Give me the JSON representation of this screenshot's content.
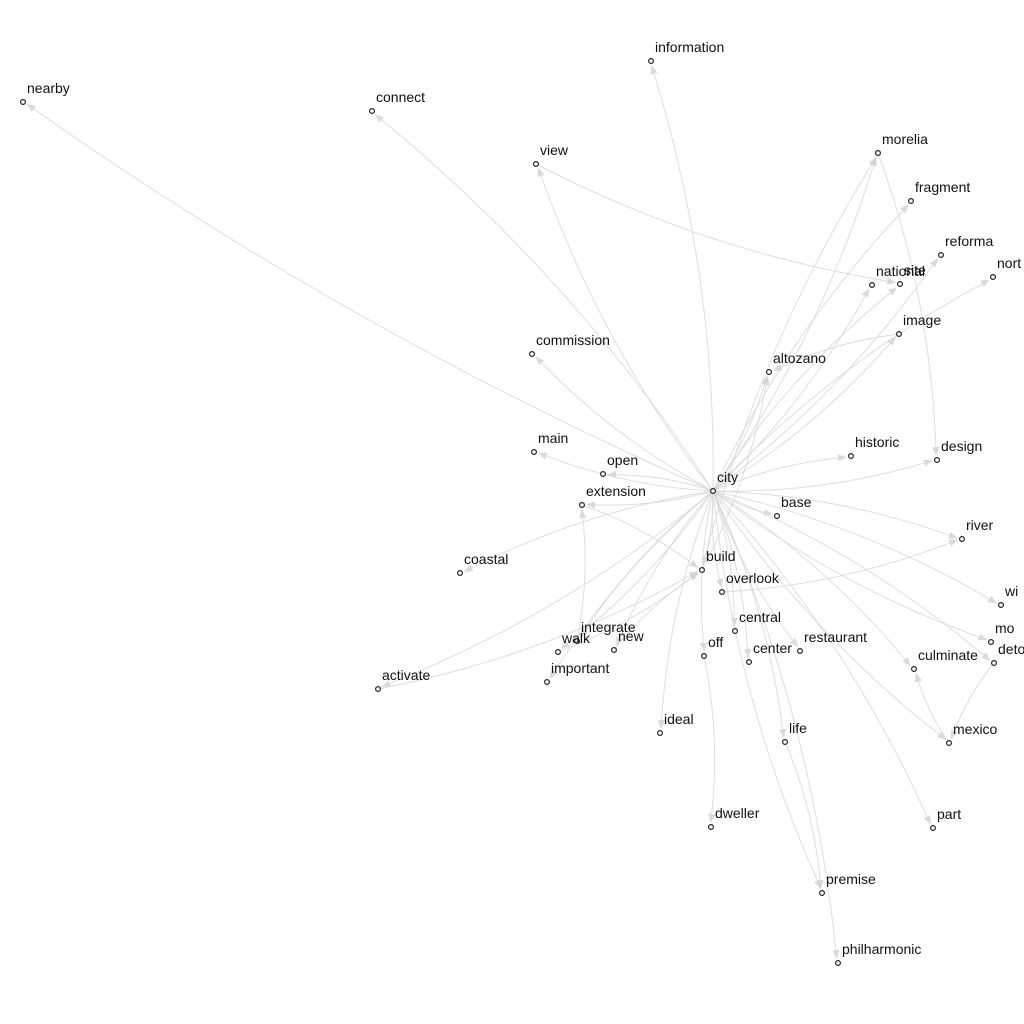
{
  "colors": {
    "background": "#ffffff",
    "edge": "#d9d9d9",
    "node_stroke": "#222222",
    "label": "#111111"
  },
  "nodes": [
    {
      "id": "city",
      "label": "city"
    },
    {
      "id": "information",
      "label": "information"
    },
    {
      "id": "nearby",
      "label": "nearby"
    },
    {
      "id": "connect",
      "label": "connect"
    },
    {
      "id": "view",
      "label": "view"
    },
    {
      "id": "morelia",
      "label": "morelia"
    },
    {
      "id": "fragment",
      "label": "fragment"
    },
    {
      "id": "reforma",
      "label": "reforma"
    },
    {
      "id": "north",
      "label": "nort"
    },
    {
      "id": "national",
      "label": "national"
    },
    {
      "id": "site",
      "label": "site"
    },
    {
      "id": "image",
      "label": "image"
    },
    {
      "id": "commission",
      "label": "commission"
    },
    {
      "id": "altozano",
      "label": "altozano"
    },
    {
      "id": "historic",
      "label": "historic"
    },
    {
      "id": "design",
      "label": "design"
    },
    {
      "id": "main",
      "label": "main"
    },
    {
      "id": "open",
      "label": "open"
    },
    {
      "id": "extension",
      "label": "extension"
    },
    {
      "id": "base",
      "label": "base"
    },
    {
      "id": "river",
      "label": "river"
    },
    {
      "id": "coastal",
      "label": "coastal"
    },
    {
      "id": "build",
      "label": "build"
    },
    {
      "id": "overlook",
      "label": "overlook"
    },
    {
      "id": "wi",
      "label": "wi"
    },
    {
      "id": "mo",
      "label": "mo"
    },
    {
      "id": "deto",
      "label": "deto"
    },
    {
      "id": "integrate",
      "label": "integrate"
    },
    {
      "id": "walk",
      "label": "walk"
    },
    {
      "id": "new",
      "label": "new"
    },
    {
      "id": "central",
      "label": "central"
    },
    {
      "id": "restaurant",
      "label": "restaurant"
    },
    {
      "id": "center",
      "label": "center"
    },
    {
      "id": "off",
      "label": "off"
    },
    {
      "id": "culminate",
      "label": "culminate"
    },
    {
      "id": "important",
      "label": "important"
    },
    {
      "id": "activate",
      "label": "activate"
    },
    {
      "id": "ideal",
      "label": "ideal"
    },
    {
      "id": "life",
      "label": "life"
    },
    {
      "id": "mexico",
      "label": "mexico"
    },
    {
      "id": "dweller",
      "label": "dweller"
    },
    {
      "id": "part",
      "label": "part"
    },
    {
      "id": "premise",
      "label": "premise"
    },
    {
      "id": "philharmonic",
      "label": "philharmonic"
    }
  ],
  "edges": [
    {
      "source": "city",
      "target": "information"
    },
    {
      "source": "city",
      "target": "nearby"
    },
    {
      "source": "city",
      "target": "connect"
    },
    {
      "source": "city",
      "target": "view"
    },
    {
      "source": "city",
      "target": "morelia"
    },
    {
      "source": "city",
      "target": "fragment"
    },
    {
      "source": "city",
      "target": "reforma"
    },
    {
      "source": "city",
      "target": "north"
    },
    {
      "source": "city",
      "target": "national"
    },
    {
      "source": "city",
      "target": "site"
    },
    {
      "source": "city",
      "target": "image"
    },
    {
      "source": "city",
      "target": "commission"
    },
    {
      "source": "city",
      "target": "altozano"
    },
    {
      "source": "city",
      "target": "historic"
    },
    {
      "source": "city",
      "target": "design"
    },
    {
      "source": "city",
      "target": "main"
    },
    {
      "source": "city",
      "target": "open"
    },
    {
      "source": "city",
      "target": "extension"
    },
    {
      "source": "city",
      "target": "base"
    },
    {
      "source": "city",
      "target": "river"
    },
    {
      "source": "city",
      "target": "coastal"
    },
    {
      "source": "city",
      "target": "build"
    },
    {
      "source": "city",
      "target": "overlook"
    },
    {
      "source": "city",
      "target": "wi"
    },
    {
      "source": "city",
      "target": "mo"
    },
    {
      "source": "city",
      "target": "deto"
    },
    {
      "source": "city",
      "target": "integrate"
    },
    {
      "source": "city",
      "target": "walk"
    },
    {
      "source": "city",
      "target": "new"
    },
    {
      "source": "city",
      "target": "central"
    },
    {
      "source": "city",
      "target": "restaurant"
    },
    {
      "source": "city",
      "target": "center"
    },
    {
      "source": "city",
      "target": "off"
    },
    {
      "source": "city",
      "target": "culminate"
    },
    {
      "source": "city",
      "target": "important"
    },
    {
      "source": "city",
      "target": "activate"
    },
    {
      "source": "city",
      "target": "ideal"
    },
    {
      "source": "city",
      "target": "life"
    },
    {
      "source": "city",
      "target": "mexico"
    },
    {
      "source": "city",
      "target": "part"
    },
    {
      "source": "city",
      "target": "premise"
    },
    {
      "source": "city",
      "target": "philharmonic"
    },
    {
      "source": "view",
      "target": "site"
    },
    {
      "source": "morelia",
      "target": "design"
    },
    {
      "source": "overlook",
      "target": "river"
    },
    {
      "source": "off",
      "target": "dweller"
    },
    {
      "source": "walk",
      "target": "build"
    },
    {
      "source": "new",
      "target": "build"
    },
    {
      "source": "integrate",
      "target": "extension"
    },
    {
      "source": "extension",
      "target": "build"
    },
    {
      "source": "build",
      "target": "altozano"
    },
    {
      "source": "build",
      "target": "morelia"
    },
    {
      "source": "image",
      "target": "altozano"
    },
    {
      "source": "mexico",
      "target": "culminate"
    },
    {
      "source": "deto",
      "target": "mexico"
    },
    {
      "source": "life",
      "target": "premise"
    },
    {
      "source": "activate",
      "target": "build"
    }
  ]
}
